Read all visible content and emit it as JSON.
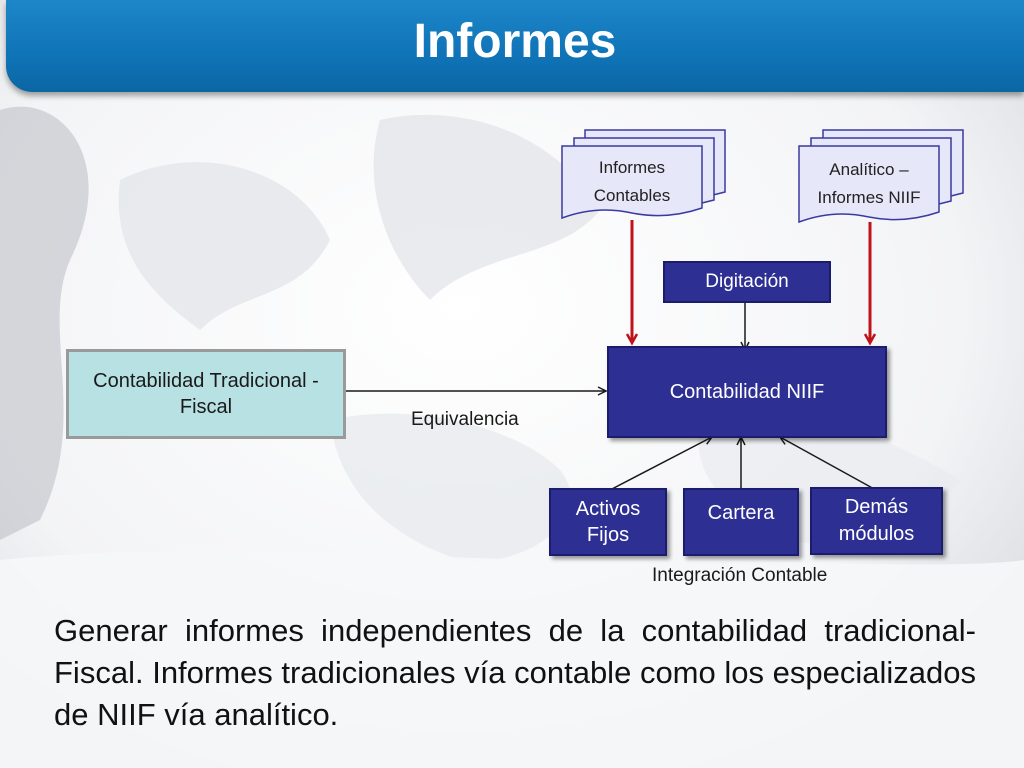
{
  "slide": {
    "title": "Informes"
  },
  "diagram": {
    "nodes": {
      "informes_contables": "Informes\nContables",
      "analitico": "Analítico –\nInformes NIIF",
      "digitacion": "Digitación",
      "contabilidad_tradicional": "Contabilidad Tradicional -\nFiscal",
      "contabilidad_niif": "Contabilidad NIIF",
      "activos_fijos": "Activos\nFijos",
      "cartera": "Cartera",
      "demas_modulos": "Demás\nmódulos"
    },
    "edge_labels": {
      "equivalencia": "Equivalencia",
      "integracion": "Integración Contable"
    },
    "colors": {
      "navy": "#2e2f93",
      "teal": "#b8e1e4",
      "doc_fill": "#e6e7f8",
      "red_arrow": "#c0121b",
      "title_blue": "#0f74b7"
    }
  },
  "body_text": "Generar informes independientes de la contabilidad tradicional-Fiscal. Informes tradicionales vía contable como los especializados de NIIF vía analítico."
}
